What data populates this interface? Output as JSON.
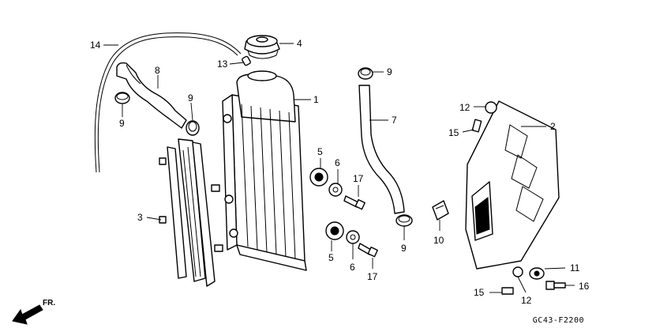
{
  "diagram": {
    "drawing_code": "GC43-F2200",
    "front_indicator": "FR.",
    "callouts": [
      {
        "id": "c14",
        "label": "14"
      },
      {
        "id": "c4",
        "label": "4"
      },
      {
        "id": "c13",
        "label": "13"
      },
      {
        "id": "c8",
        "label": "8"
      },
      {
        "id": "c9a",
        "label": "9"
      },
      {
        "id": "c9b",
        "label": "9"
      },
      {
        "id": "c9c",
        "label": "9"
      },
      {
        "id": "c9d",
        "label": "9"
      },
      {
        "id": "c1",
        "label": "1"
      },
      {
        "id": "c7",
        "label": "7"
      },
      {
        "id": "c12a",
        "label": "12"
      },
      {
        "id": "c2",
        "label": "2"
      },
      {
        "id": "c15a",
        "label": "15"
      },
      {
        "id": "c5a",
        "label": "5"
      },
      {
        "id": "c6a",
        "label": "6"
      },
      {
        "id": "c17a",
        "label": "17"
      },
      {
        "id": "c3",
        "label": "3"
      },
      {
        "id": "c10",
        "label": "10"
      },
      {
        "id": "c5b",
        "label": "5"
      },
      {
        "id": "c6b",
        "label": "6"
      },
      {
        "id": "c17b",
        "label": "17"
      },
      {
        "id": "c11",
        "label": "11"
      },
      {
        "id": "c16",
        "label": "16"
      },
      {
        "id": "c15b",
        "label": "15"
      },
      {
        "id": "c12b",
        "label": "12"
      }
    ]
  }
}
